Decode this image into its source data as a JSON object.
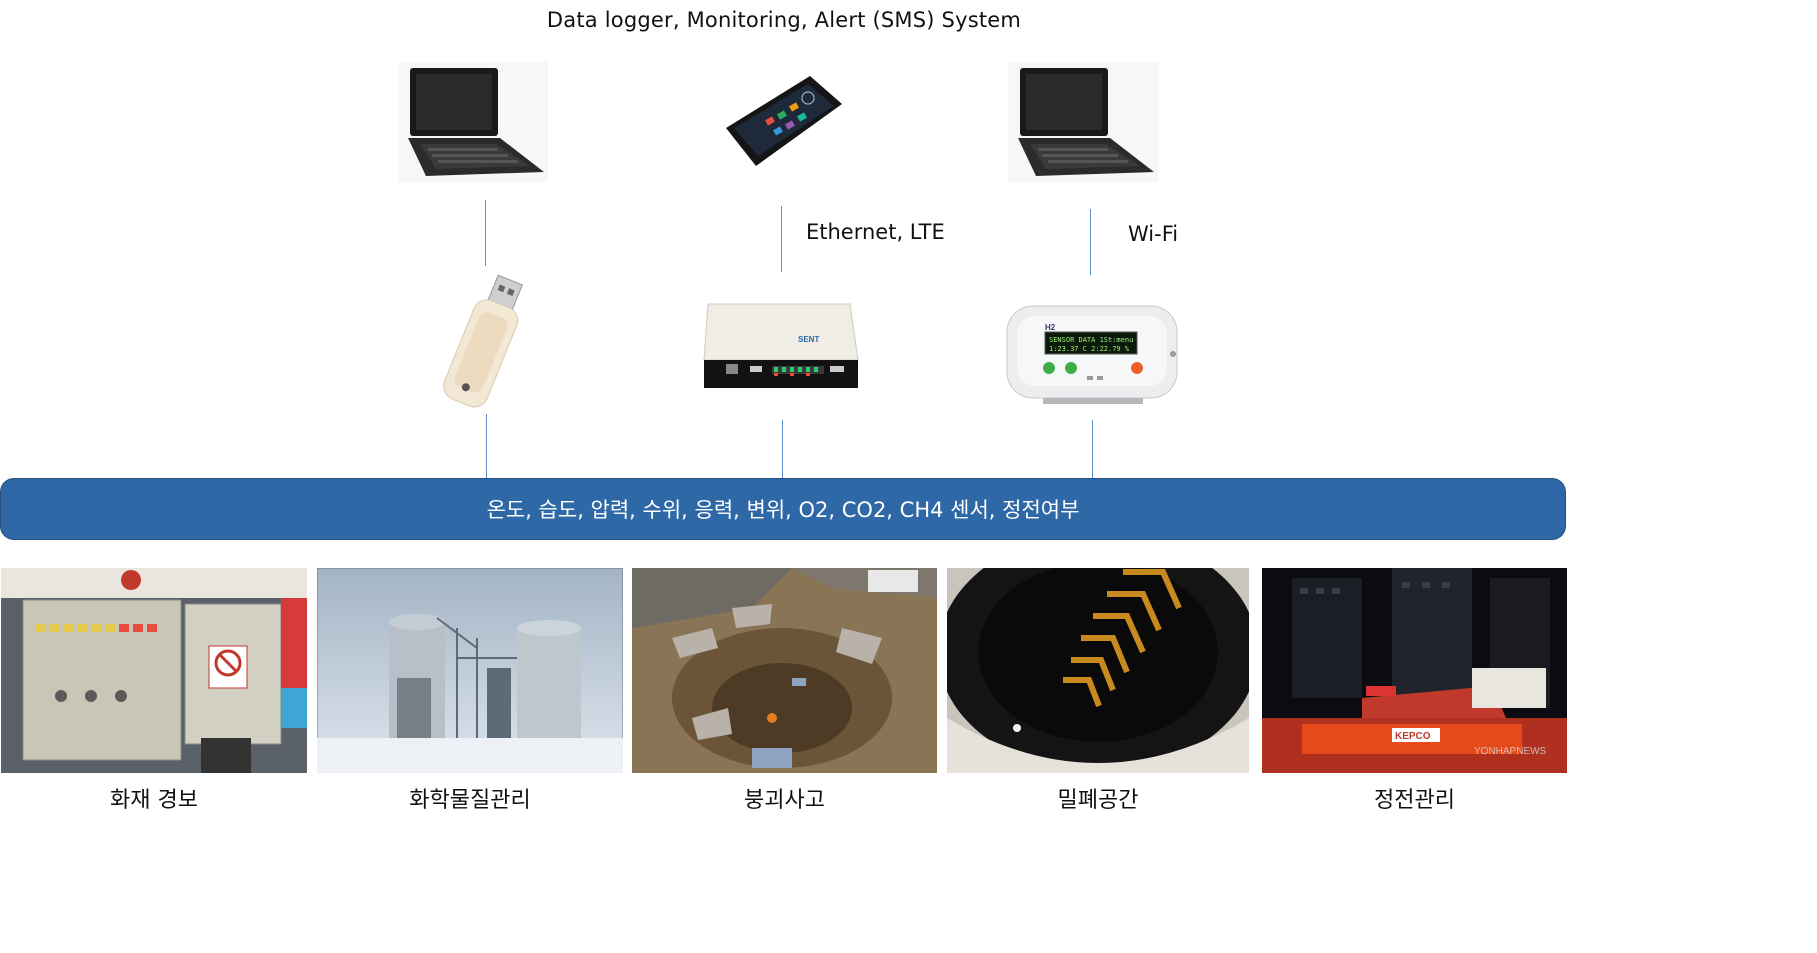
{
  "title": "Data logger, Monitoring, Alert (SMS) System",
  "connections": {
    "ethernet_lte": "Ethernet, LTE",
    "wifi": "Wi-Fi"
  },
  "devices": {
    "top": [
      {
        "name": "laptop-left",
        "icon": "laptop-icon"
      },
      {
        "name": "smartphone",
        "icon": "smartphone-icon"
      },
      {
        "name": "laptop-right",
        "icon": "laptop-icon"
      }
    ],
    "bottom": [
      {
        "name": "usb-data-logger",
        "icon": "usb-logger-icon"
      },
      {
        "name": "monitoring-gateway",
        "icon": "gateway-box-icon"
      },
      {
        "name": "h2-lcd-monitor",
        "icon": "lcd-monitor-icon"
      }
    ],
    "gateway_brand": "SENT",
    "lcd": {
      "model": "H2",
      "line1": "SENSOR DATA  1St:menu",
      "line2": "1:23.37 C  2:22.79 %"
    }
  },
  "sensor_bus": "온도, 습도, 압력, 수위, 응력, 변위, O2, CO2, CH4 센서, 정전여부",
  "applications": [
    {
      "label": "화재 경보",
      "icon": "fire-alarm-panel-photo"
    },
    {
      "label": "화학물질관리",
      "icon": "chemical-plant-photo"
    },
    {
      "label": "붕괴사고",
      "icon": "collapse-site-photo"
    },
    {
      "label": "밀폐공간",
      "icon": "confined-space-photo"
    },
    {
      "label": "정전관리",
      "icon": "power-outage-photo"
    }
  ],
  "watermarks": {
    "photo5": "YONHAPNEWS",
    "kepco": "KEPCO"
  },
  "colors": {
    "bus": "#2f68a6",
    "connector": "#5b8fc9"
  }
}
